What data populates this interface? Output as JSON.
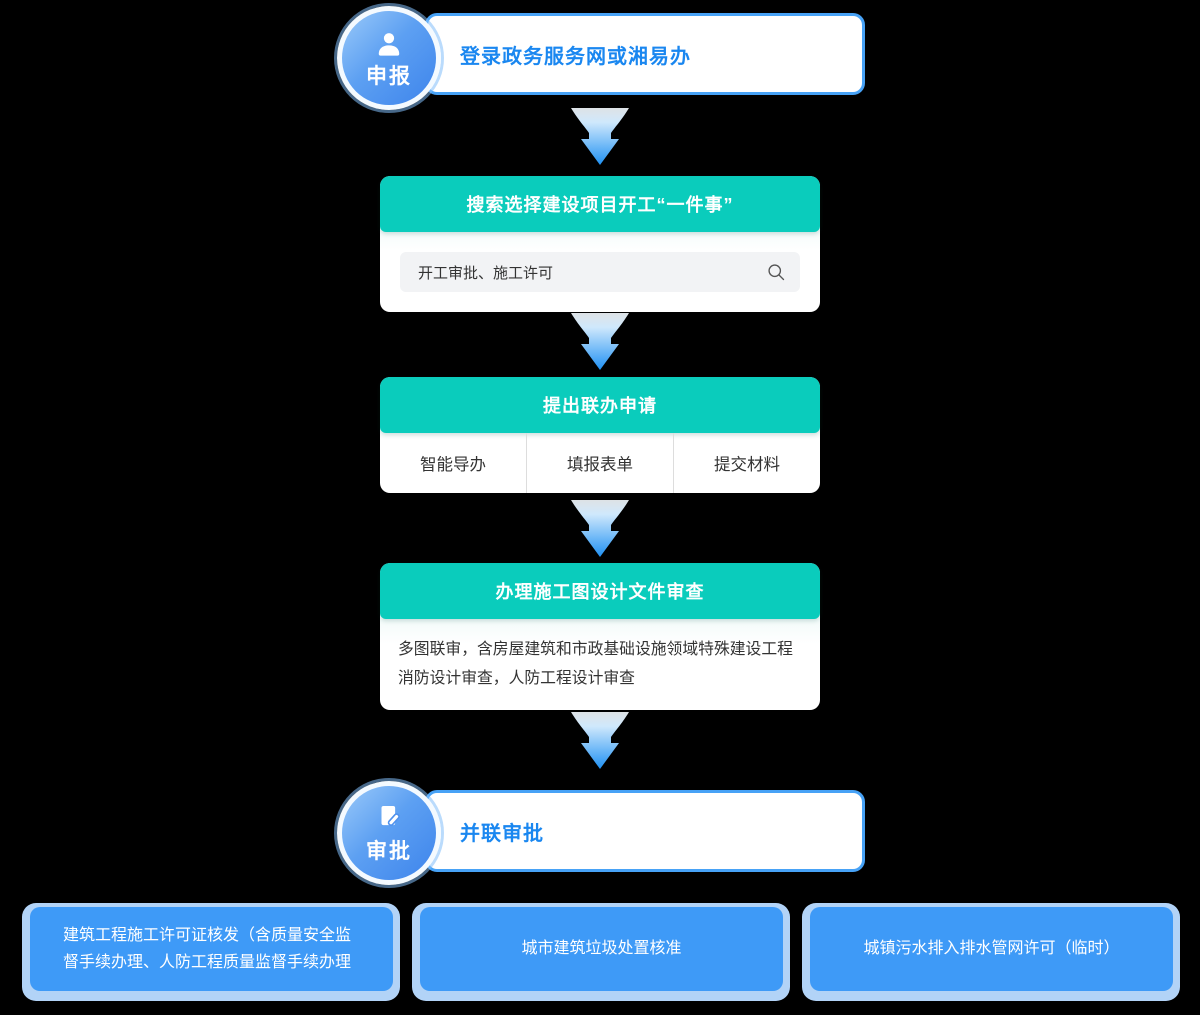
{
  "badges": {
    "declare": {
      "label": "申报",
      "icon": "user-icon",
      "box_text": "登录政务服务网或湘易办"
    },
    "approve": {
      "label": "审批",
      "icon": "document-pen-icon",
      "box_text": "并联审批"
    }
  },
  "steps": {
    "search": {
      "title": "搜索选择建设项目开工“一件事”",
      "input_value": "开工审批、施工许可",
      "input_icon": "search-icon"
    },
    "apply": {
      "title": "提出联办申请",
      "options": [
        "智能导办",
        "填报表单",
        "提交材料"
      ]
    },
    "review": {
      "title": "办理施工图设计文件审查",
      "description": "多图联审，含房屋建筑和市政基础设施领域特殊建设工程消防设计审查，人防工程设计审查"
    }
  },
  "approvals": [
    "建筑工程施工许可证核发（含质量安全监督手续办理、人防工程质量监督手续办理",
    "城市建筑垃圾处置核准",
    "城镇污水排入排水管网许可（临时）"
  ],
  "colors": {
    "teal_header": "#0accbc",
    "approval_blue": "#3e9af7",
    "approval_frame": "#b2d3f7",
    "link_blue": "#1a87f0",
    "badge_gradient_start": "#9bcaf9",
    "badge_gradient_end": "#3d84ec",
    "arrow_blue": "#1f91f3",
    "background": "#000000"
  }
}
